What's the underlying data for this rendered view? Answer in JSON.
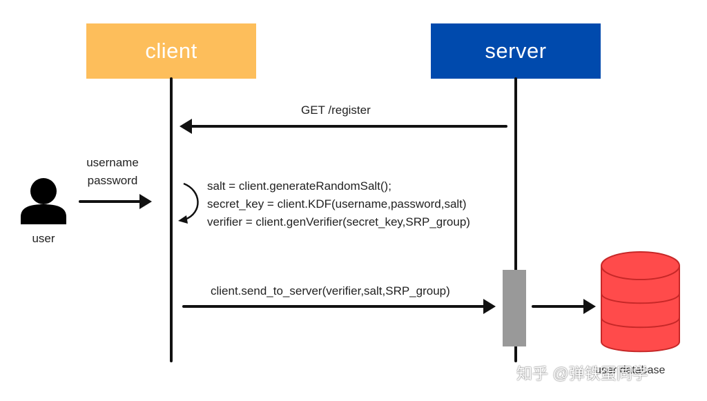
{
  "participants": {
    "client": {
      "label": "client",
      "color": "#FDBE5B"
    },
    "server": {
      "label": "server",
      "color": "#004AAD"
    }
  },
  "messages": {
    "get_register": "GET /register",
    "user_credentials_line1": "username",
    "user_credentials_line2": "password",
    "self_steps": [
      "salt = client.generateRandomSalt();",
      "secret_key = client.KDF(username,password,salt)",
      "verifier = client.genVerifier(secret_key,SRP_group)"
    ],
    "send_to_server": "client.send_to_server(verifier,salt,SRP_group)"
  },
  "actor": {
    "label": "user",
    "icon": "user-icon"
  },
  "database": {
    "label": "user database",
    "color": "#FF4B4B",
    "icon": "database-icon"
  },
  "activation_color": "#999999",
  "watermark": "知乎 @弹铁蛋同学"
}
